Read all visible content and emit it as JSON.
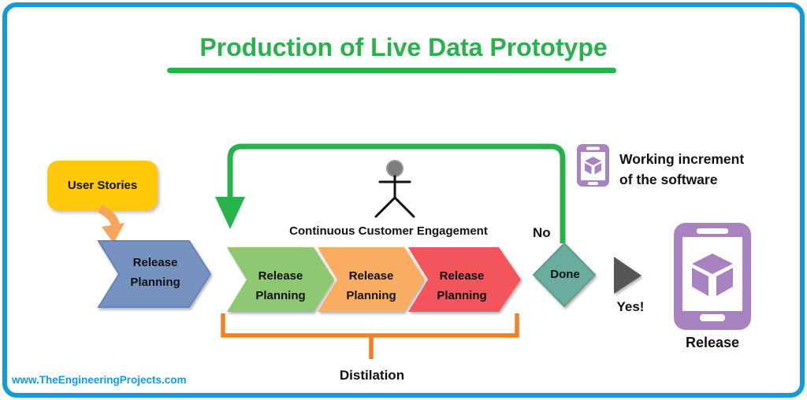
{
  "title": "Production of Live Data Prototype",
  "flow": {
    "user_stories": "User Stories",
    "release_planning": {
      "line1": "Release",
      "line2": "Planning"
    },
    "sprints": [
      {
        "line1": "Release",
        "line2": "Planning"
      },
      {
        "line1": "Release",
        "line2": "Planning"
      },
      {
        "line1": "Release",
        "line2": "Planning"
      }
    ],
    "engagement_label": "Continuous Customer Engagement",
    "no_label": "No",
    "done_label": "Done",
    "yes_label": "Yes!",
    "release_label": "Release",
    "working_increment": {
      "line1": "Working increment",
      "line2": "of the software"
    },
    "distillation_label": "Distilation"
  },
  "footer": {
    "watermark": "www.TheEngineeringProjects.com"
  },
  "icons": [
    "stick-figure-icon",
    "phone-release-icon",
    "phone-working-increment-icon",
    "green-loop-arrow-icon",
    "orange-curved-arrow-icon",
    "yes-triangle-icon",
    "distillation-bracket-icon",
    "cube-icon"
  ],
  "palette": {
    "accent_green": "#27b24b",
    "border_blue": "#129bdb",
    "user_stories_yellow": "#ffc90b",
    "release_planning_blue": "#7692c1",
    "sprint_green": "#8ec873",
    "sprint_orange": "#f9ad62",
    "sprint_red": "#f2545c",
    "done_teal": "#6aac9e",
    "yes_triangle_gray": "#575757",
    "release_purple": "#a783c2",
    "distillation_orange": "#f28122",
    "connector_orange": "#f7a45c"
  }
}
